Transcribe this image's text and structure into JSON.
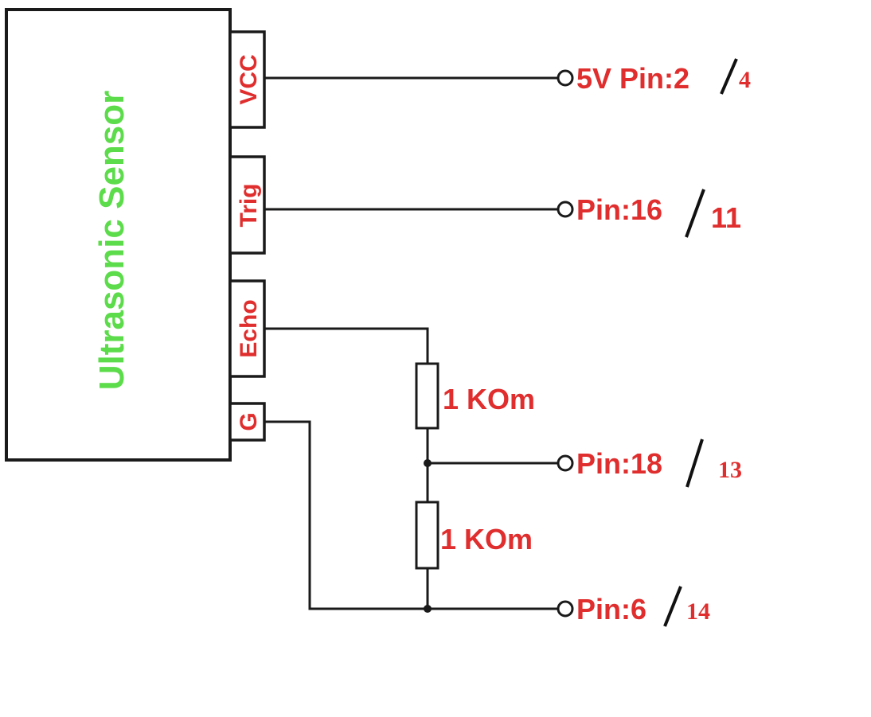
{
  "sensor": {
    "label": "Ultrasonic Sensor"
  },
  "pins": {
    "vcc": "VCC",
    "trig": "Trig",
    "echo": "Echo",
    "gnd": "G"
  },
  "connections": {
    "vcc": {
      "label": "5V Pin:2",
      "alt": "4"
    },
    "trig": {
      "label": "Pin:16",
      "alt": "11"
    },
    "echo": {
      "label": "Pin:18",
      "alt": "13"
    },
    "gnd": {
      "label": "Pin:6",
      "alt": "14"
    }
  },
  "resistors": {
    "upper": "1 KOm",
    "lower": "1 KOm"
  },
  "colors": {
    "sensor_text": "#5cdc4a",
    "pin_text": "#e02d2d",
    "label_text": "#e02d2d",
    "wire": "#1a1a1a"
  }
}
